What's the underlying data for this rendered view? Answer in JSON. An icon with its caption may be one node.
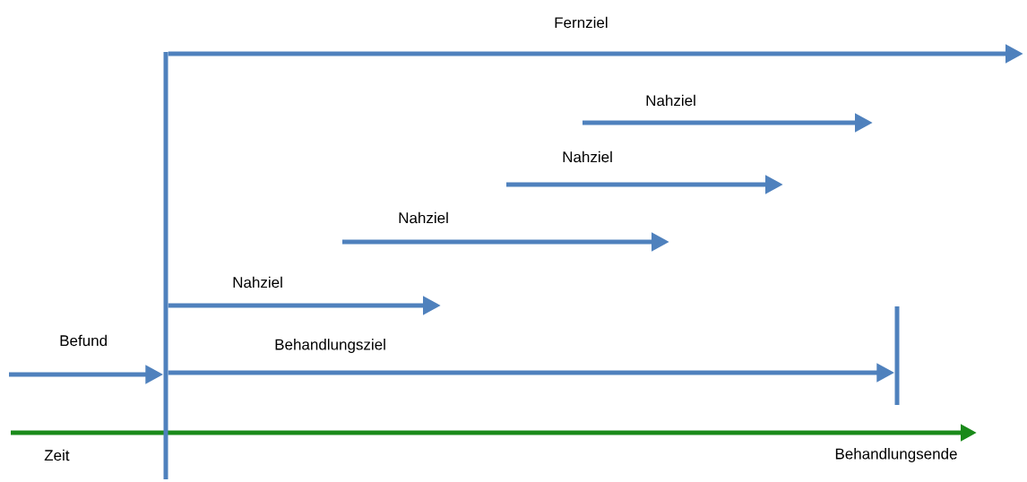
{
  "diagram": {
    "nodes": [
      {
        "text": [],
        "shape": "bar"
      },
      {
        "text": [],
        "shape": "bar"
      }
    ],
    "edges": [
      {
        "from": null,
        "to": 0,
        "arrow": "to",
        "label": "Befund"
      },
      {
        "from": 0,
        "to": 1,
        "arrow": "to",
        "label": "Behandlungsziel"
      },
      {
        "from": 0,
        "to": null,
        "arrow": "to",
        "label": "Nahziel"
      },
      {
        "from": 0,
        "to": null,
        "arrow": "to",
        "label": "Fernziel"
      }
    ],
    "labels": [
      "Nahziel",
      "Nahziel",
      "Nahziel",
      "Zeit",
      "Behandlungsende"
    ]
  }
}
